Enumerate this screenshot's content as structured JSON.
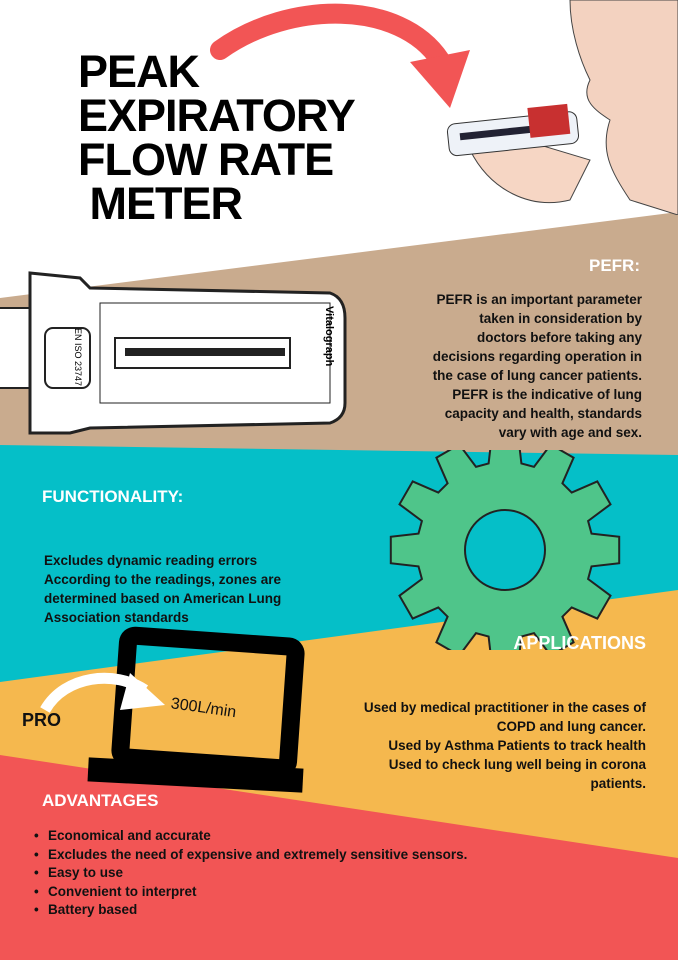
{
  "title": [
    "PEAK",
    "EXPIRATORY",
    "FLOW RATE",
    " METER"
  ],
  "pefr": {
    "heading": "PEFR:",
    "text": [
      "PEFR is an important parameter",
      "taken in consideration by",
      "doctors before taking any",
      "decisions regarding operation in",
      "the case of lung cancer patients.",
      "PEFR is the indicative of lung",
      "capacity and health, standards",
      "vary with age and sex."
    ]
  },
  "meter_labels": {
    "brand": "Vitalograph",
    "standard": "EN ISO 23747"
  },
  "functionality": {
    "heading": "FUNCTIONALITY:",
    "text": [
      "Excludes dynamic reading errors",
      "According to the readings, zones are",
      "determined based on American Lung",
      "Association standards"
    ]
  },
  "applications": {
    "heading": "APPLICATIONS",
    "text": [
      "Used by medical practitioner in the cases of",
      "COPD and lung cancer.",
      "Used by Asthma Patients to track health",
      "Used to check lung well being in corona",
      "patients."
    ]
  },
  "device": {
    "pro_label": "PRO",
    "reading": "300L/min"
  },
  "advantages": {
    "heading": "ADVANTAGES",
    "items": [
      "Economical and accurate",
      "Excludes the need of expensive and extremely sensitive sensors.",
      "Easy to use",
      "Convenient to interpret",
      "Battery based"
    ]
  },
  "colors": {
    "tan": "#c9ab8e",
    "teal": "#05bfc8",
    "yellow": "#f5b84e",
    "red": "#f25555",
    "gear": "#4fc58a",
    "arrow": "#f25555"
  }
}
